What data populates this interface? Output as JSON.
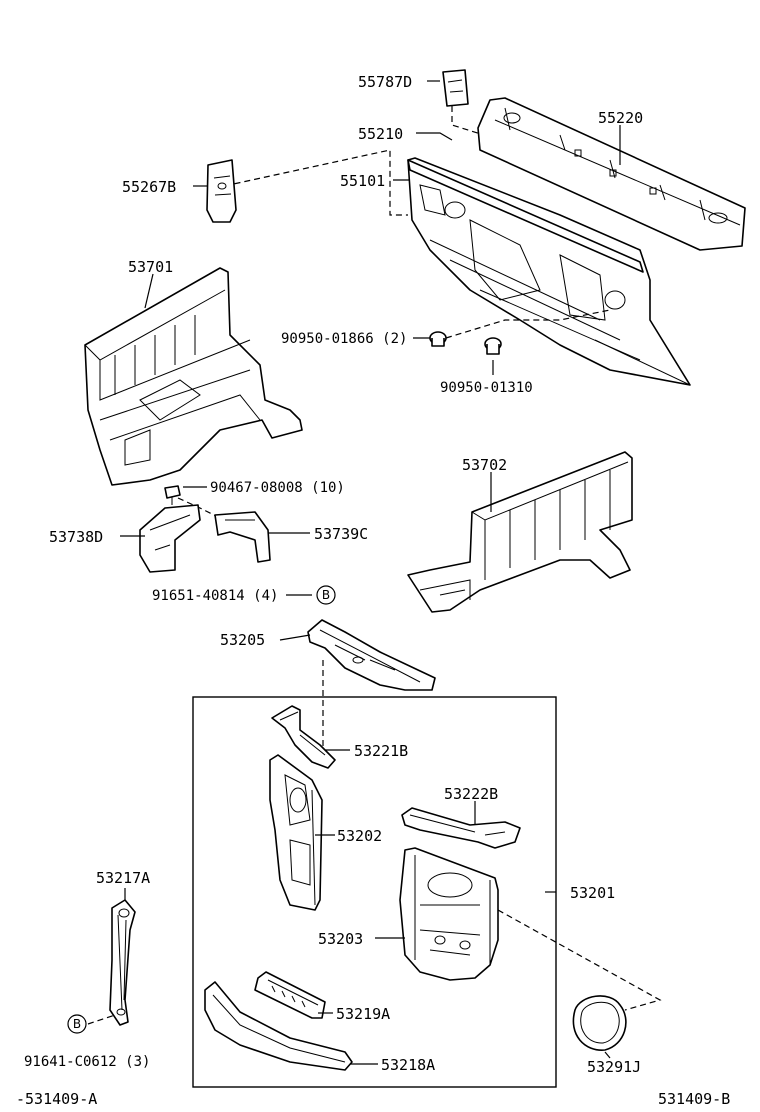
{
  "diagram": {
    "parts": {
      "p55787D": "55787D",
      "p55220": "55220",
      "p55210": "55210",
      "p55101": "55101",
      "p55267B": "55267B",
      "p53701": "53701",
      "p90950_01866": "90950-01866 (2)",
      "p90950_01310": "90950-01310",
      "p90467_08008": "90467-08008 (10)",
      "p53738D": "53738D",
      "p53739C": "53739C",
      "p53702": "53702",
      "p91651_40814": "91651-40814 (4)",
      "p53205": "53205",
      "p53221B": "53221B",
      "p53222B": "53222B",
      "p53202": "53202",
      "p53201": "53201",
      "p53203": "53203",
      "p53217A": "53217A",
      "p53219A": "53219A",
      "p53218A": "53218A",
      "p53291J": "53291J",
      "p91641_C0612": "91641-C0612 (3)"
    },
    "refs": {
      "marker_b": "B",
      "footer_left": "-531409-A",
      "footer_right": "531409-B"
    }
  }
}
